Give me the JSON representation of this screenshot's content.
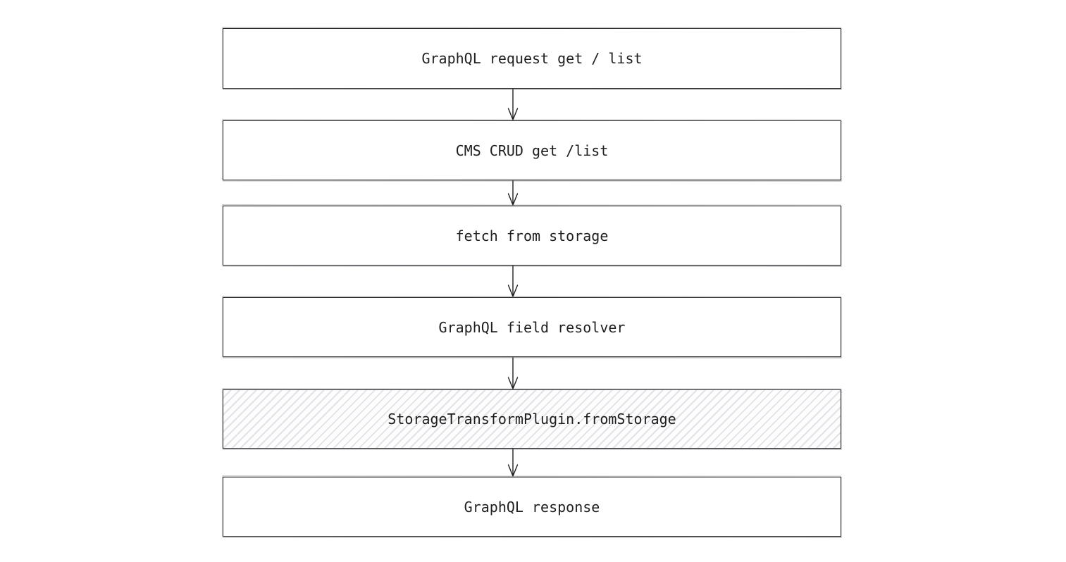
{
  "diagram": {
    "type": "flowchart",
    "direction": "top-to-bottom",
    "background_color": "#ffffff",
    "stroke_color": "#1e1e1e",
    "hatch_fill_color": "#e2e2e7",
    "nodes": [
      {
        "label": "GraphQL request get / list",
        "fill": "white"
      },
      {
        "label": "CMS CRUD get /list",
        "fill": "white"
      },
      {
        "label": "fetch from storage",
        "fill": "white"
      },
      {
        "label": "GraphQL field resolver",
        "fill": "white"
      },
      {
        "label": "StorageTransformPlugin.fromStorage",
        "fill": "hatched"
      },
      {
        "label": "GraphQL response",
        "fill": "white"
      }
    ],
    "edges": [
      {
        "from": 0,
        "to": 1
      },
      {
        "from": 1,
        "to": 2
      },
      {
        "from": 2,
        "to": 3
      },
      {
        "from": 3,
        "to": 4
      },
      {
        "from": 4,
        "to": 5
      }
    ]
  }
}
